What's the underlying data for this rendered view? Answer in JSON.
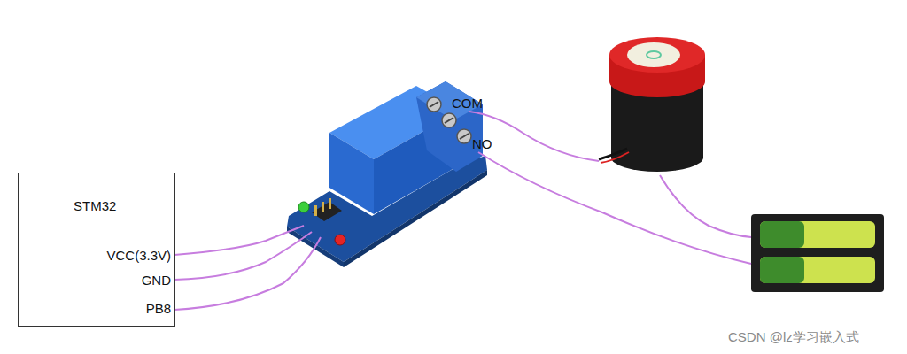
{
  "diagram": {
    "nodes": [
      {
        "text": [
          "STM32"
        ]
      }
    ],
    "labels": [
      "VCC(3.3V)",
      "GND",
      "PB8",
      "COM",
      "NO",
      "CSDN @lz学习嵌入式"
    ]
  }
}
